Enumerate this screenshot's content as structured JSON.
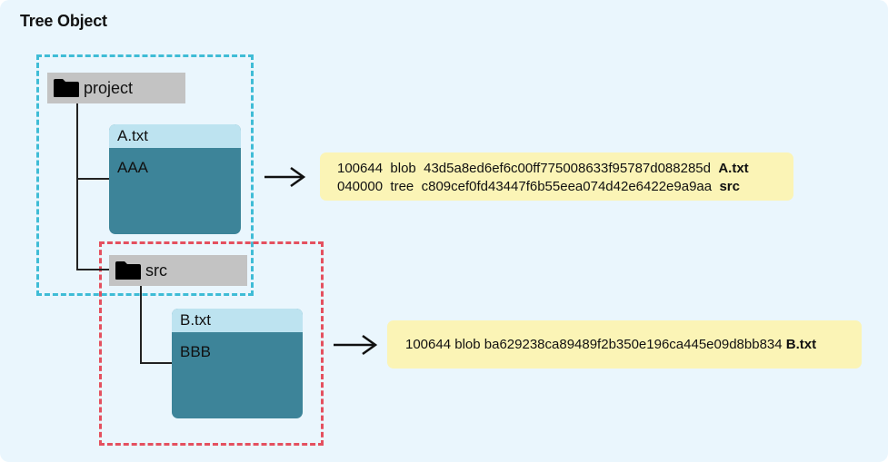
{
  "title": "Tree Object",
  "folders": {
    "project": {
      "label": "project",
      "icon": "folder-icon"
    },
    "src": {
      "label": "src",
      "icon": "folder-icon"
    }
  },
  "files": {
    "a": {
      "name": "A.txt",
      "content": "AAA"
    },
    "b": {
      "name": "B.txt",
      "content": "BBB"
    }
  },
  "tree_objects": {
    "project": [
      {
        "mode": "100644",
        "type": "blob",
        "hash": "43d5a8ed6ef6c00ff775008633f95787d088285d",
        "name": "A.txt"
      },
      {
        "mode": "040000",
        "type": "tree",
        "hash": "c809cef0fd43447f6b55eea074d42e6422e9a9aa",
        "name": "src"
      }
    ],
    "src": [
      {
        "mode": "100644",
        "type": "blob",
        "hash": "ba629238ca89489f2b350e196ca445e09d8bb834",
        "name": "B.txt"
      }
    ]
  },
  "colors": {
    "background": "#eaf6fd",
    "project_group_border": "#3fbcd6",
    "src_group_border": "#e4505f",
    "folder_fill": "#c3c3c3",
    "file_header": "#bde3f0",
    "file_body": "#3d8499",
    "tree_object_fill": "#fbf4b6"
  }
}
